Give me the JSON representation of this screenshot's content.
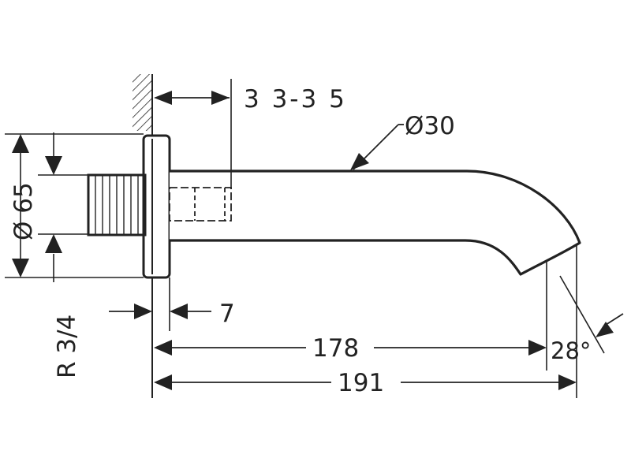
{
  "drawing": {
    "line_color": "#222222",
    "background": "#ffffff",
    "dimensions": {
      "wall_clearance": "3 3-3 5",
      "diameter_spout": "Ø30",
      "diameter_rosette": "Ø 65",
      "rosette_thickness": "7",
      "length_inner": "178",
      "length_total": "191",
      "angle": "28°",
      "thread": "R 3/4"
    }
  }
}
